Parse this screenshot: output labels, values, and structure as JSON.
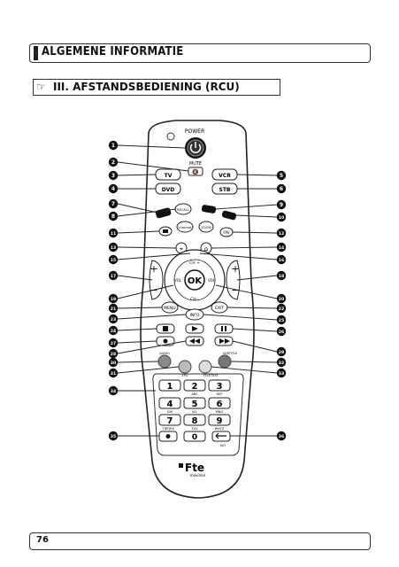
{
  "header": {
    "title": "ALGEMENE INFORMATIE"
  },
  "section": {
    "title": "III. AFSTANDSBEDIENING (RCU)",
    "icon": "hand-pointer-icon"
  },
  "footer": {
    "page_number": "76"
  },
  "remote": {
    "power_label": "POWER",
    "mute_label": "MUTE",
    "buttons": {
      "tv": "TV",
      "vcr": "VCR",
      "dvd": "DVD",
      "stb": "STB",
      "recall": "RECALL",
      "vformat": "V.format",
      "zoom": "ZOOM",
      "fav": "FAV",
      "ok": "OK",
      "ch_up": "CH +",
      "ch_down": "CH -",
      "vol_left": "VOL",
      "vol_right": "VOL",
      "menu": "MENU",
      "exit": "EXIT",
      "info": "INFO",
      "audio": "AUDIO",
      "subtitle": "SUBTITLE",
      "epg": "EPG",
      "teletext": "TELETEXT",
      "tv_mode": "TV",
      "sat": "SAT"
    },
    "keypad": [
      {
        "digit": "1",
        "sub": ""
      },
      {
        "digit": "2",
        "sub": "ABC"
      },
      {
        "digit": "3",
        "sub": "DEF"
      },
      {
        "digit": "4",
        "sub": "GHI"
      },
      {
        "digit": "5",
        "sub": "JKL"
      },
      {
        "digit": "6",
        "sub": "MNO"
      },
      {
        "digit": "7",
        "sub": "PQRS"
      },
      {
        "digit": "8",
        "sub": "TUV"
      },
      {
        "digit": "9",
        "sub": "WXYZ"
      },
      {
        "digit": "0",
        "sub": ""
      }
    ],
    "brand": "Fte",
    "brand_sub": "maximal",
    "callouts_left": [
      "1",
      "2",
      "3",
      "4",
      "7",
      "8",
      "11",
      "13",
      "15",
      "17",
      "19",
      "21",
      "23",
      "24",
      "27",
      "28",
      "30",
      "31",
      "34",
      "35"
    ],
    "callouts_right": [
      "5",
      "6",
      "9",
      "10",
      "12",
      "14",
      "16",
      "18",
      "20",
      "22",
      "25",
      "26",
      "29",
      "32",
      "33",
      "36"
    ]
  }
}
